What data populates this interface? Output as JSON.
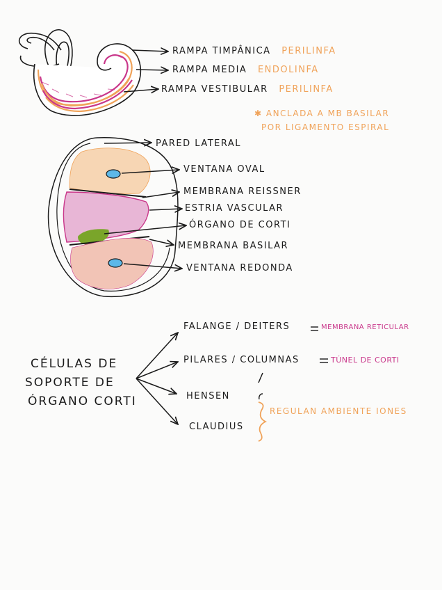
{
  "cochlea_labels": [
    {
      "name": "RAMPA TIMPÂNICA",
      "fluid": "PERILINFA"
    },
    {
      "name": "RAMPA MEDIA",
      "fluid": "ENDOLINFA"
    },
    {
      "name": "RAMPA VESTIBULAR",
      "fluid": "PERILINFA"
    }
  ],
  "note_line1": "✱ ANCLADA A MB BASILAR",
  "note_line2": "POR LIGAMENTO ESPIRAL",
  "section_labels": [
    "PARED LATERAL",
    "VENTANA OVAL",
    "MEMBRANA REISSNER",
    "ESTRIA VASCULAR",
    "ÓRGANO DE CORTI",
    "MEMBRANA BASILAR",
    "VENTANA REDONDA"
  ],
  "cells": {
    "title_lines": [
      "CÉLULAS DE",
      "SOPORTE DE",
      "ÓRGANO CORTI"
    ],
    "items": [
      {
        "name": "FALANGE / DEITERS",
        "result": "MEMBRANA RETICULAR"
      },
      {
        "name": "PILARES / COLUMNAS",
        "result": "TÚNEL DE CORTI"
      },
      {
        "name": "HENSEN",
        "result": ""
      },
      {
        "name": "CLAUDIUS",
        "result": ""
      }
    ],
    "brace_note": "REGULAN AMBIENTE IONES"
  },
  "colors": {
    "ink": "#1b1b1b",
    "orange": "#f0a35a",
    "magenta": "#c9378a",
    "pink": "#e8b6d6",
    "peach": "#f7d6b4",
    "salmon": "#f2c4b6",
    "green": "#7aa52a",
    "blue": "#5db8e8"
  }
}
